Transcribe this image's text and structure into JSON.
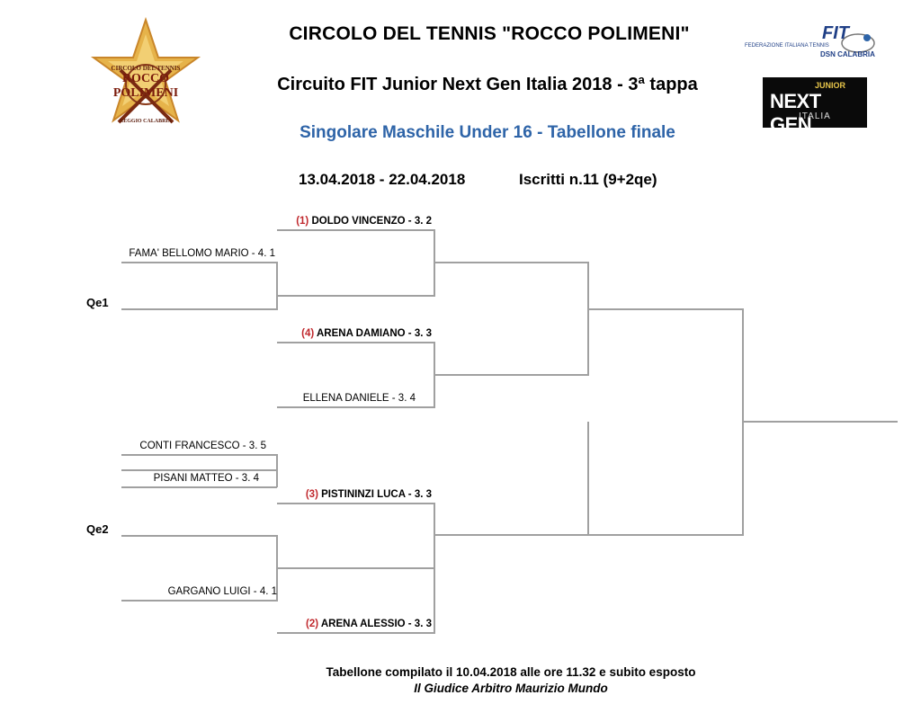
{
  "header": {
    "club": "CIRCOLO DEL TENNIS \"ROCCO POLIMENI\"",
    "circuit": "Circuito FIT Junior Next Gen Italia 2018  - 3ª tappa",
    "event": "Singolare Maschile Under 16 - Tabellone finale",
    "dates": "13.04.2018 - 22.04.2018",
    "entries": "Iscritti n.11 (9+2qe)"
  },
  "logos": {
    "club_line1": "CIRCOLO DEL TENNIS",
    "club_line2": "ROCCO POLIMENI",
    "club_line3": "REGGIO CALABRIA",
    "fit_mark": "FIT",
    "fit_line1": "FEDERAZIONE ITALIANA TENNIS",
    "fit_line2": "DSN CALABRIA",
    "ng_line1": "JUNIOR",
    "ng_line2": "NEXT GEN",
    "ng_line3": "ITALIA"
  },
  "qualifiers": {
    "qe1": "Qe1",
    "qe2": "Qe2"
  },
  "players": {
    "doldo": {
      "seed": "(1)",
      "name": "DOLDO VINCENZO - 3. 2"
    },
    "fama": {
      "seed": "",
      "name": "FAMA' BELLOMO MARIO - 4. 1"
    },
    "arena_d": {
      "seed": "(4)",
      "name": "ARENA DAMIANO - 3. 3"
    },
    "ellena": {
      "seed": "",
      "name": "ELLENA DANIELE - 3. 4"
    },
    "conti": {
      "seed": "",
      "name": "CONTI FRANCESCO - 3. 5"
    },
    "pisani": {
      "seed": "",
      "name": "PISANI MATTEO - 3. 4"
    },
    "pistininzi": {
      "seed": "(3)",
      "name": "PISTININZI LUCA - 3. 3"
    },
    "gargano": {
      "seed": "",
      "name": "GARGANO LUIGI - 4. 1"
    },
    "arena_a": {
      "seed": "(2)",
      "name": "ARENA ALESSIO - 3. 3"
    }
  },
  "footer": {
    "line1": "Tabellone compilato il 10.04.2018 alle ore 11.32 e subito esposto",
    "line2": "Il Giudice Arbitro Maurizio Mundo"
  },
  "colors": {
    "title_blue": "#2e64a8",
    "seed_red": "#c0282d",
    "bracket_gray": "#a0a0a0"
  }
}
